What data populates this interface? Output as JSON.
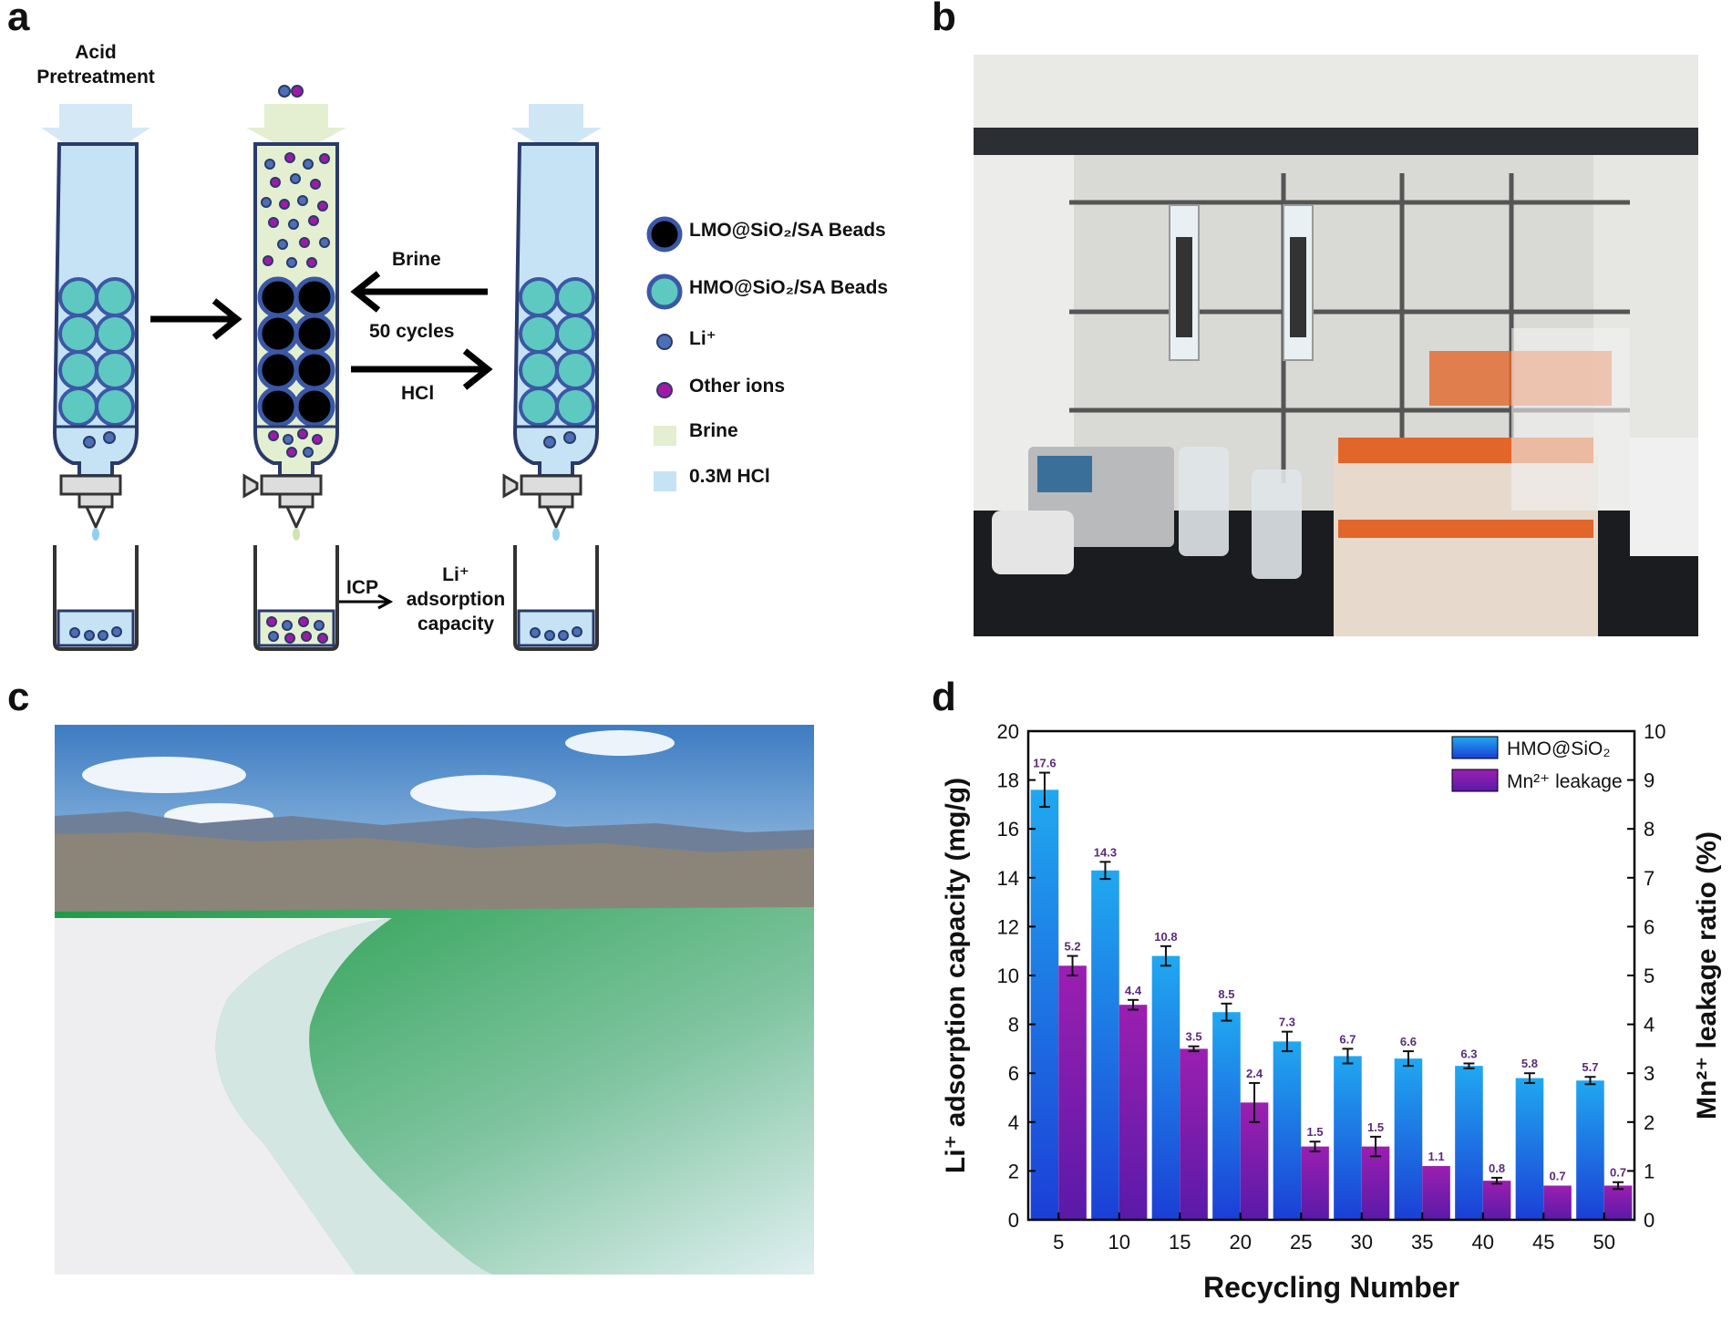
{
  "panels": {
    "a": {
      "letter": "a",
      "top_label": [
        "Acid",
        "Pretreatment"
      ],
      "brine_label": "Brine",
      "cycles_label": "50 cycles",
      "hcl_label": "HCl",
      "icp_label": "ICP",
      "result_label": [
        "Li⁺",
        "adsorption",
        "capacity"
      ],
      "legend": [
        {
          "label": "LMO@SiO₂/SA Beads",
          "kind": "black-bead"
        },
        {
          "label": "HMO@SiO₂/SA Beads",
          "kind": "teal-bead"
        },
        {
          "label": "Li⁺",
          "kind": "li-ion"
        },
        {
          "label": "Other ions",
          "kind": "other-ion"
        },
        {
          "label": "Brine",
          "kind": "brine-swatch"
        },
        {
          "label": "0.3M HCl",
          "kind": "hcl-swatch"
        }
      ],
      "colors": {
        "hcl": "#c5e3f5",
        "brine": "#e3efd0",
        "teal": "#5ec9c0",
        "bead_border": "#3b58a6",
        "li": "#4c6fb5",
        "other": "#a01aa6"
      }
    },
    "b": {
      "letter": "b"
    },
    "c": {
      "letter": "c"
    },
    "d": {
      "letter": "d"
    }
  },
  "chart_data": {
    "type": "bar",
    "categories": [
      "5",
      "10",
      "15",
      "20",
      "25",
      "30",
      "35",
      "40",
      "45",
      "50"
    ],
    "xlabel": "Recycling Number",
    "ylabel_left": "Li⁺ adsorption capacity (mg/g)",
    "ylabel_right": "Mn²⁺ leakage ratio (%)",
    "ylim_left": [
      0,
      20
    ],
    "ylim_right": [
      0,
      10
    ],
    "yticks_left": [
      0,
      2,
      4,
      6,
      8,
      10,
      12,
      14,
      16,
      18,
      20
    ],
    "yticks_right": [
      0,
      1,
      2,
      3,
      4,
      5,
      6,
      7,
      8,
      9,
      10
    ],
    "legend_position": "top-right",
    "series": [
      {
        "name": "HMO@SiO₂",
        "axis": "left",
        "color": "#1a8fe3",
        "values": [
          17.6,
          14.3,
          10.8,
          8.5,
          7.3,
          6.7,
          6.6,
          6.3,
          5.8,
          5.7
        ],
        "errors": [
          0.7,
          0.35,
          0.4,
          0.35,
          0.4,
          0.3,
          0.3,
          0.1,
          0.2,
          0.15
        ],
        "labels": [
          "17.6",
          "14.3",
          "10.8",
          "8.5",
          "7.3",
          "6.7",
          "6.6",
          "6.3",
          "5.8",
          "5.7"
        ]
      },
      {
        "name": "Mn²⁺ leakage",
        "axis": "right",
        "color": "#8b1ba8",
        "values": [
          5.2,
          4.4,
          3.5,
          2.4,
          1.5,
          1.5,
          1.1,
          0.8,
          0.7,
          0.7
        ],
        "errors": [
          0.2,
          0.1,
          0.05,
          0.4,
          0.1,
          0.2,
          0.0,
          0.06,
          0.0,
          0.07
        ],
        "labels": [
          "5.2",
          "4.4",
          "3.5",
          "2.4",
          "1.5",
          "1.5",
          "1.1",
          "0.8",
          "0.7",
          "0.7"
        ]
      }
    ]
  }
}
